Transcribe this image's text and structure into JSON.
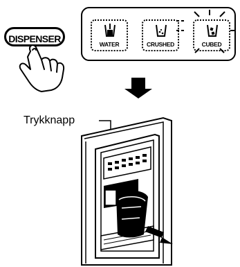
{
  "dispenser_button": {
    "label": "DISPENSER"
  },
  "modes": [
    {
      "label": "WATER",
      "icon": "water-glass-icon"
    },
    {
      "label": "CRUSHED",
      "icon": "crushed-ice-glass-icon"
    },
    {
      "label": "CUBED",
      "icon": "cubed-ice-glass-icon",
      "selected": true
    }
  ],
  "callout": {
    "label": "Trykknapp"
  },
  "colors": {
    "ink": "#000000",
    "background": "#ffffff"
  }
}
